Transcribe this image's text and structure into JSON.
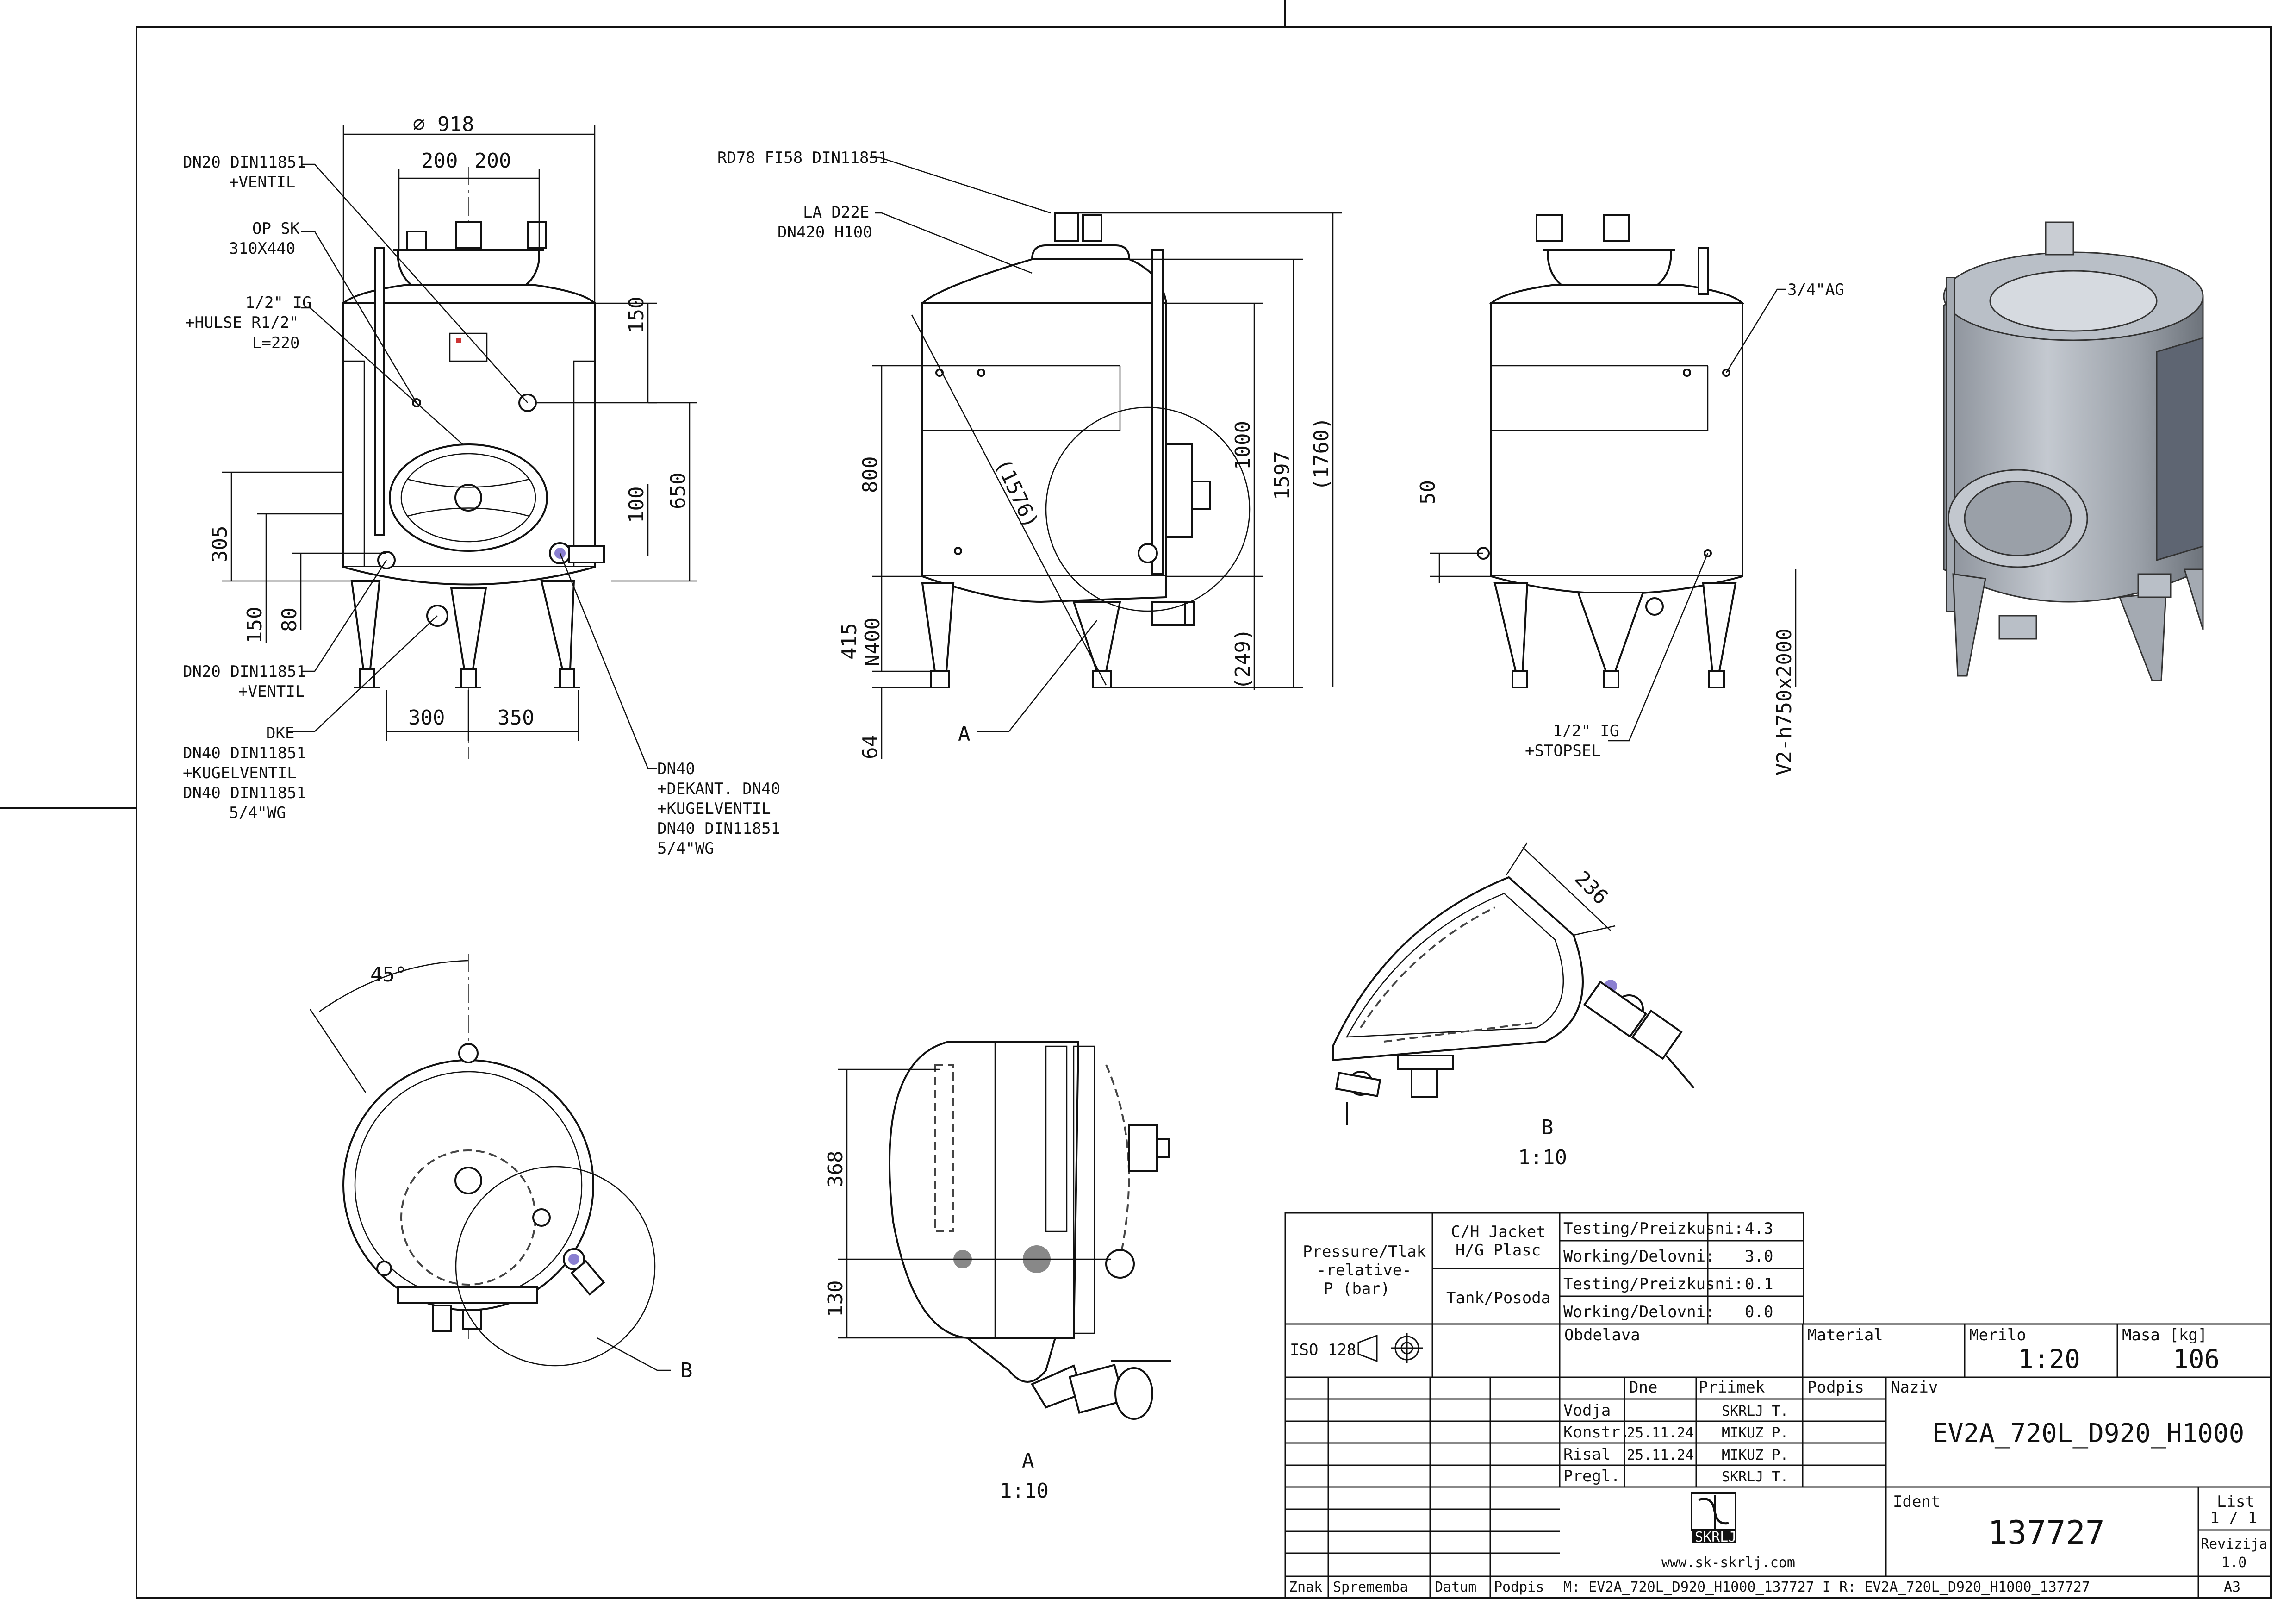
{
  "front_view": {
    "dim_diameter": "918",
    "dim_half_left": "200",
    "dim_half_right": "200",
    "dim_150_top": "150",
    "dim_650": "650",
    "dim_100": "100",
    "dim_305": "305",
    "dim_150_bottom": "150",
    "dim_80": "80",
    "dim_300": "300",
    "dim_350": "350",
    "label_dn20_top": [
      "DN20 DIN11851",
      "+VENTIL"
    ],
    "label_op_sk": [
      "OP SK",
      "310X440"
    ],
    "label_ig": [
      "1/2\" IG",
      "+HULSE R1/2\"",
      "L=220"
    ],
    "label_dn20_bottom": [
      "DN20 DIN11851",
      "+VENTIL"
    ],
    "label_dke": [
      "DKE",
      "DN40 DIN11851",
      "+KUGELVENTIL",
      "DN40 DIN11851",
      "5/4\"WG"
    ],
    "label_dn40": [
      "DN40",
      "+DEKANT. DN40",
      "+KUGELVENTIL",
      "DN40 DIN11851",
      "5/4\"WG"
    ]
  },
  "side_view": {
    "label_rd78": "RD78 FI58 DIN11851",
    "label_la": [
      "LA D22E",
      "DN420 H100"
    ],
    "dim_800": "800",
    "dim_1576": "(1576)",
    "dim_1000": "1000",
    "dim_1597": "1597",
    "dim_1760": "(1760)",
    "dim_415": "415",
    "dim_n400": "N400",
    "dim_249": "(249)",
    "dim_64": "64",
    "label_a": "A"
  },
  "back_view": {
    "label_ag": "3/4\"AG",
    "dim_50": "50",
    "label_ig_stop": [
      "1/2\" IG",
      "+STOPSEL"
    ],
    "label_v2": "V2-h750x2000"
  },
  "top_view": {
    "dim_angle": "45°",
    "label_b": "B"
  },
  "detail_a": {
    "dim_368": "368",
    "dim_130": "130",
    "title": "A",
    "scale": "1:10"
  },
  "detail_b": {
    "dim_236": "236",
    "title": "B",
    "scale": "1:10"
  },
  "pressure_table": {
    "pressure_label": [
      "Pressure/Tlak",
      "-relative-",
      "P (bar)"
    ],
    "jacket_label": [
      "C/H Jacket",
      "H/G Plasc"
    ],
    "tank_label": "Tank/Posoda",
    "rows": [
      {
        "label": "Testing/Preizkusni:",
        "value": "4.3"
      },
      {
        "label": "Working/Delovni:",
        "value": "3.0"
      },
      {
        "label": "Testing/Preizkusni:",
        "value": "0.1"
      },
      {
        "label": "Working/Delovni:",
        "value": "0.0"
      }
    ]
  },
  "title_block": {
    "iso": "ISO 128",
    "obdelava": "Obdelava",
    "material": "Material",
    "merilo_label": "Merilo",
    "merilo_value": "1:20",
    "masa_label": "Masa [kg]",
    "masa_value": "106",
    "col_dne": "Dne",
    "col_priimek": "Priimek",
    "col_podpis": "Podpis",
    "naziv_label": "Naziv",
    "naziv_value": "EV2A_720L_D920_H1000",
    "people": [
      {
        "role": "Vodja",
        "date": "",
        "name": "SKRLJ T."
      },
      {
        "role": "Konstr.",
        "date": "25.11.24",
        "name": "MIKUZ P."
      },
      {
        "role": "Risal",
        "date": "25.11.24",
        "name": "MIKUZ P."
      },
      {
        "role": "Pregl.",
        "date": "",
        "name": "SKRLJ T."
      }
    ],
    "logo_text": "SKRLJ",
    "website": "www.sk-skrlj.com",
    "ident_label": "Ident",
    "ident_value": "137727",
    "list_label": "List",
    "list_value": "1 / 1",
    "revizija_label": "Revizija",
    "revizija_value": "1.0",
    "znak": "Znak",
    "sprememba": "Sprememba",
    "datum": "Datum",
    "podpis": "Podpis",
    "model_ref": "M: EV2A_720L_D920_H1000_137727 I R: EV2A_720L_D920_H1000_137727",
    "format": "A3"
  }
}
